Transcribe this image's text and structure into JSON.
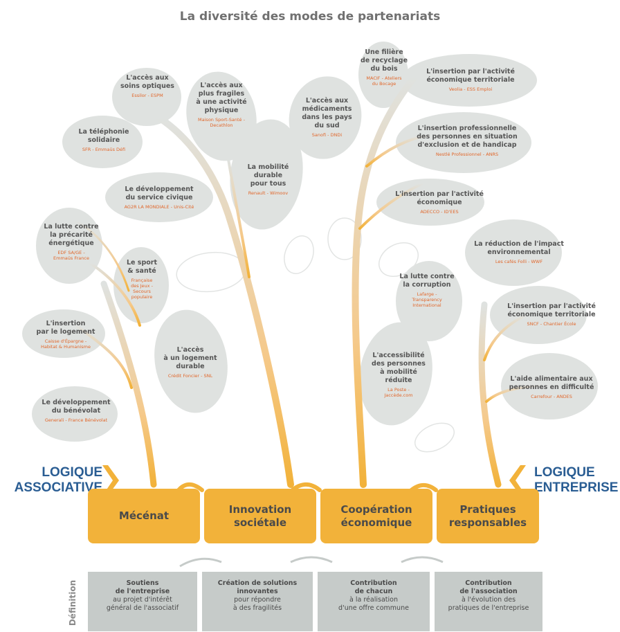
{
  "title": "La diversité des modes de partenariats",
  "logic_left": "LOGIQUE\nASSOCIATIVE",
  "logic_right": "LOGIQUE\nENTREPRISE",
  "definition_label": "Définition",
  "colors": {
    "leaf": "#dfe2e0",
    "trunk": "#f2b23a",
    "title": "#707070",
    "logic": "#2a5d93",
    "partner": "#e0662a",
    "definition_box": "#c6cbc9"
  },
  "modes": [
    {
      "label": "Mécénat"
    },
    {
      "label": "Innovation\nsociétale"
    },
    {
      "label": "Coopération\néconomique"
    },
    {
      "label": "Pratiques\nresponsables"
    }
  ],
  "definitions": [
    {
      "bold": "Soutiens\nde l'entreprise",
      "normal": "au projet d'intérêt\ngénéral de l'associatif"
    },
    {
      "bold": "Création de solutions\ninnovantes",
      "normal": "pour répondre\nà des fragilités"
    },
    {
      "bold": "Contribution\nde chacun",
      "normal": "à la réalisation\nd'une offre commune"
    },
    {
      "bold": "Contribution\nde l'association",
      "normal": "à l'évolution des\npratiques de l'entreprise"
    }
  ],
  "leaves": [
    {
      "title": "L'accès aux\nsoins optiques",
      "partners": "Essilor - ESPM"
    },
    {
      "title": "L'accès aux\nplus fragiles\nà une activité\nphysique",
      "partners": "Maison Sport-Santé -\nDecathlon"
    },
    {
      "title": "La téléphonie\nsolidaire",
      "partners": "SFR - Emmaüs Défi"
    },
    {
      "title": "Le développement\ndu service civique",
      "partners": "AG2R LA MONDIALE - Unis-Cité"
    },
    {
      "title": "La mobilité\ndurable\npour tous",
      "partners": "Renault - Wimoov"
    },
    {
      "title": "La lutte contre\nla précarité\nénergétique",
      "partners": "EDF SA/GE -\nEmmaüs France"
    },
    {
      "title": "Le sport\n& santé",
      "partners": "Française\ndes Jeux -\nSecours\npopulaire"
    },
    {
      "title": "L'insertion\npar le logement",
      "partners": "Caisse d'Épargne -\nHabitat & Humanisme"
    },
    {
      "title": "L'accès\nà un logement\ndurable",
      "partners": "Crédit Foncier - SNL"
    },
    {
      "title": "Le développement\ndu bénévolat",
      "partners": "Generali - France Bénévolat"
    },
    {
      "title": "Une filière\nde recyclage\ndu bois",
      "partners": "MACIF - Ateliers\ndu Bocage"
    },
    {
      "title": "L'insertion par l'activité\néconomique territoriale",
      "partners": "Veolia - ESS Emploi"
    },
    {
      "title": "L'accès aux\nmédicaments\ndans les pays\ndu sud",
      "partners": "Sanofi - DNDi"
    },
    {
      "title": "L'insertion professionnelle\ndes personnes en situation\nd'exclusion et de handicap",
      "partners": "Nestlé Professionnel - ANRS"
    },
    {
      "title": "L'insertion par l'activité\néconomique",
      "partners": "ADECCO - ID'EES"
    },
    {
      "title": "La réduction de l'impact\nenvironnemental",
      "partners": "Les cafés Folli - WWF"
    },
    {
      "title": "La lutte contre\nla corruption",
      "partners": "Lafarge -\nTransparency\nInternational"
    },
    {
      "title": "L'insertion par l'activité\néconomique territoriale",
      "partners": "SNCF - Chantier École"
    },
    {
      "title": "L'accessibilité\ndes personnes\nà mobilité\nréduite",
      "partners": "La Poste -\nJaccède.com"
    },
    {
      "title": "L'aide alimentaire aux\npersonnes en difficulté",
      "partners": "Carrefour - ANDES"
    }
  ]
}
